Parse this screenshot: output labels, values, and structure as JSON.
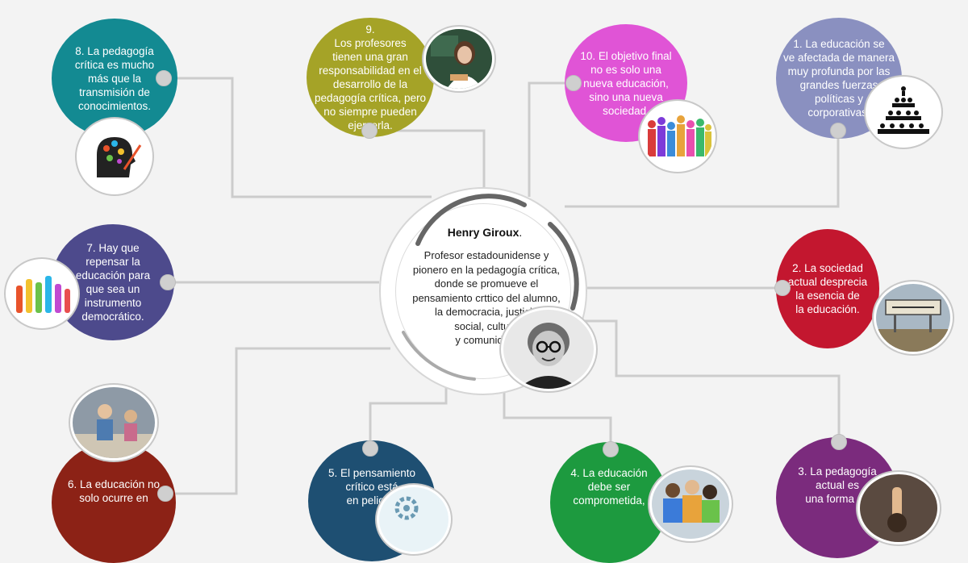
{
  "center": {
    "title": "Henry Giroux",
    "title_suffix": ".",
    "text": "Profesor estadounidense y\npionero en la pedagogía crítica,\ndonde se promueve el\npensamiento crttico del alumno,\nla democracia, justicia\nsocial, cultura\ny comunidad."
  },
  "nodes": [
    {
      "id": "n1",
      "text": "1. La educación se\nve afectada de manera\nmuy profunda por las\ngrandes fuerzas\npolíticas y\ncorporativas.",
      "color": "#8a90c0",
      "photo": "hierarchy-people-icon"
    },
    {
      "id": "n2",
      "text": "2. La sociedad\nactual desprecia\nla  esencia de\nla educación.",
      "color": "#c3172f",
      "photo": "reading-area-sign-photo"
    },
    {
      "id": "n3",
      "text": "3. La pedagogía\nactual es\nuna forma de",
      "color": "#7b2b7d",
      "photo": "raised-hand-photo"
    },
    {
      "id": "n4",
      "text": "4. La educación\ndebe ser\ncomprometida,",
      "color": "#1d9a3f",
      "photo": "students-group-photo"
    },
    {
      "id": "n5",
      "text": "5.    El pensamiento\ncrítico está\nen peligro.",
      "color": "#1e4f72",
      "photo": "gears-icon"
    },
    {
      "id": "n6",
      "text": "6. La educación no\nsolo ocurre en",
      "color": "#8c2216",
      "photo": "children-playing-photo"
    },
    {
      "id": "n7",
      "text": "7. Hay que\nrepensar la\neducación para\nque sea un\ninstrumento\ndemocrático.",
      "color": "#4d4a8c",
      "photo": "raised-hands-icon"
    },
    {
      "id": "n8",
      "text": "8. La pedagogía\ncrítica es mucho\nmás que la\ntransmisión de\nconocimientos.",
      "color": "#138a92",
      "photo": "head-ideas-icon"
    },
    {
      "id": "n9",
      "text": "9.\nLos profesores\ntienen una gran\nresponsabilidad en el\ndesarrollo de la\npedagogía crítica, pero\nno siempre pueden\nejercerla.",
      "color": "#a5a327",
      "photo": "teacher-photo"
    },
    {
      "id": "n10",
      "text": "10. El objetivo final\nno es solo una\nnueva educación,\nsino una nueva\nsociedad.",
      "color": "#e054d6",
      "photo": "crowd-silhouettes-icon"
    }
  ],
  "colors": {
    "background": "#f3f3f3",
    "connector": "#cccccc",
    "connector_dot": "#cfcfcf"
  }
}
